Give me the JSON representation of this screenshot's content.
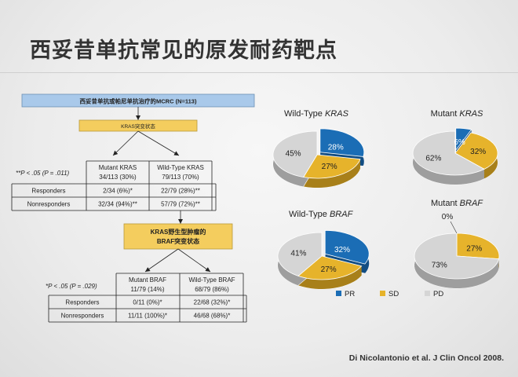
{
  "slide": {
    "title": "西妥昔单抗常见的原发耐药靶点",
    "citation": "Di Nicolantonio et al. J Clin Oncol 2008."
  },
  "flow": {
    "top_box": "西妥昔单抗或帕尼单抗治疗的MCRC (N=113)",
    "kras_box": "KRAS突变状态",
    "braf_box_line1": "KRAS野生型肿瘤的",
    "braf_box_line2": "BRAF突变状态",
    "table1": {
      "pvalue": "**P < .05 (P = .011)",
      "col1_name": "Mutant KRAS",
      "col1_n": "34/113 (30%)",
      "col2_name": "Wild-Type KRAS",
      "col2_n": "79/113 (70%)",
      "rows": [
        {
          "label": "Responders",
          "c1": "2/34 (6%)*",
          "c2": "22/79 (28%)**"
        },
        {
          "label": "Nonresponders",
          "c1": "32/34 (94%)**",
          "c2": "57/79 (72%)**"
        }
      ]
    },
    "table2": {
      "pvalue": "*P < .05 (P = .029)",
      "col1_name": "Mutant BRAF",
      "col1_n": "11/79 (14%)",
      "col2_name": "Wild-Type BRAF",
      "col2_n": "68/79 (86%)",
      "rows": [
        {
          "label": "Responders",
          "c1": "0/11 (0%)*",
          "c2": "22/68 (32%)*"
        },
        {
          "label": "Nonresponders",
          "c1": "11/11 (100%)*",
          "c2": "46/68 (68%)*"
        }
      ]
    }
  },
  "colors": {
    "PR": "#1b6db5",
    "SD": "#e6b32b",
    "PD": "#d5d5d5",
    "box_blue": "#a9c9ea",
    "box_yellow": "#f4cd5e"
  },
  "chart_data": [
    {
      "type": "pie",
      "title_pre": "Wild-Type ",
      "title_em": "KRAS",
      "labels": [
        "PR",
        "SD",
        "PD"
      ],
      "values": [
        28,
        27,
        45
      ],
      "value_labels": [
        "28%",
        "27%",
        "45%"
      ]
    },
    {
      "type": "pie",
      "title_pre": "Mutant ",
      "title_em": "KRAS",
      "labels": [
        "PR",
        "SD",
        "PD"
      ],
      "values": [
        6,
        32,
        62
      ],
      "value_labels": [
        "6%",
        "32%",
        "62%"
      ]
    },
    {
      "type": "pie",
      "title_pre": "Wild-Type ",
      "title_em": "BRAF",
      "labels": [
        "PR",
        "SD",
        "PD"
      ],
      "values": [
        32,
        27,
        41
      ],
      "value_labels": [
        "32%",
        "27%",
        "41%"
      ]
    },
    {
      "type": "pie",
      "title_pre": "Mutant ",
      "title_em": "BRAF",
      "labels": [
        "PR",
        "SD",
        "PD"
      ],
      "values": [
        0,
        27,
        73
      ],
      "value_labels": [
        "0%",
        "27%",
        "73%"
      ]
    }
  ],
  "legend": [
    {
      "label": "PR",
      "color": "#1b6db5"
    },
    {
      "label": "SD",
      "color": "#e6b32b"
    },
    {
      "label": "PD",
      "color": "#d5d5d5"
    }
  ]
}
